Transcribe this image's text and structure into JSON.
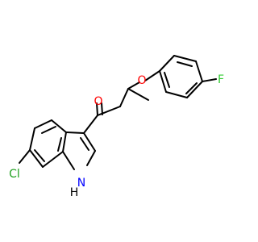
{
  "molecule": {
    "colors": {
      "bond": "#000000",
      "oxygen": "#ff0000",
      "nitrogen": "#0000ff",
      "fluorine": "#33cc33",
      "chlorine": "#1fa01f",
      "carbon": "#000000"
    },
    "atoms": {
      "ketone_oxygen": "O",
      "ether_oxygen": "O",
      "fluorine": "F",
      "chlorine": "Cl",
      "nitrogen": "N",
      "nitrogen_hydrogen": "H"
    }
  }
}
